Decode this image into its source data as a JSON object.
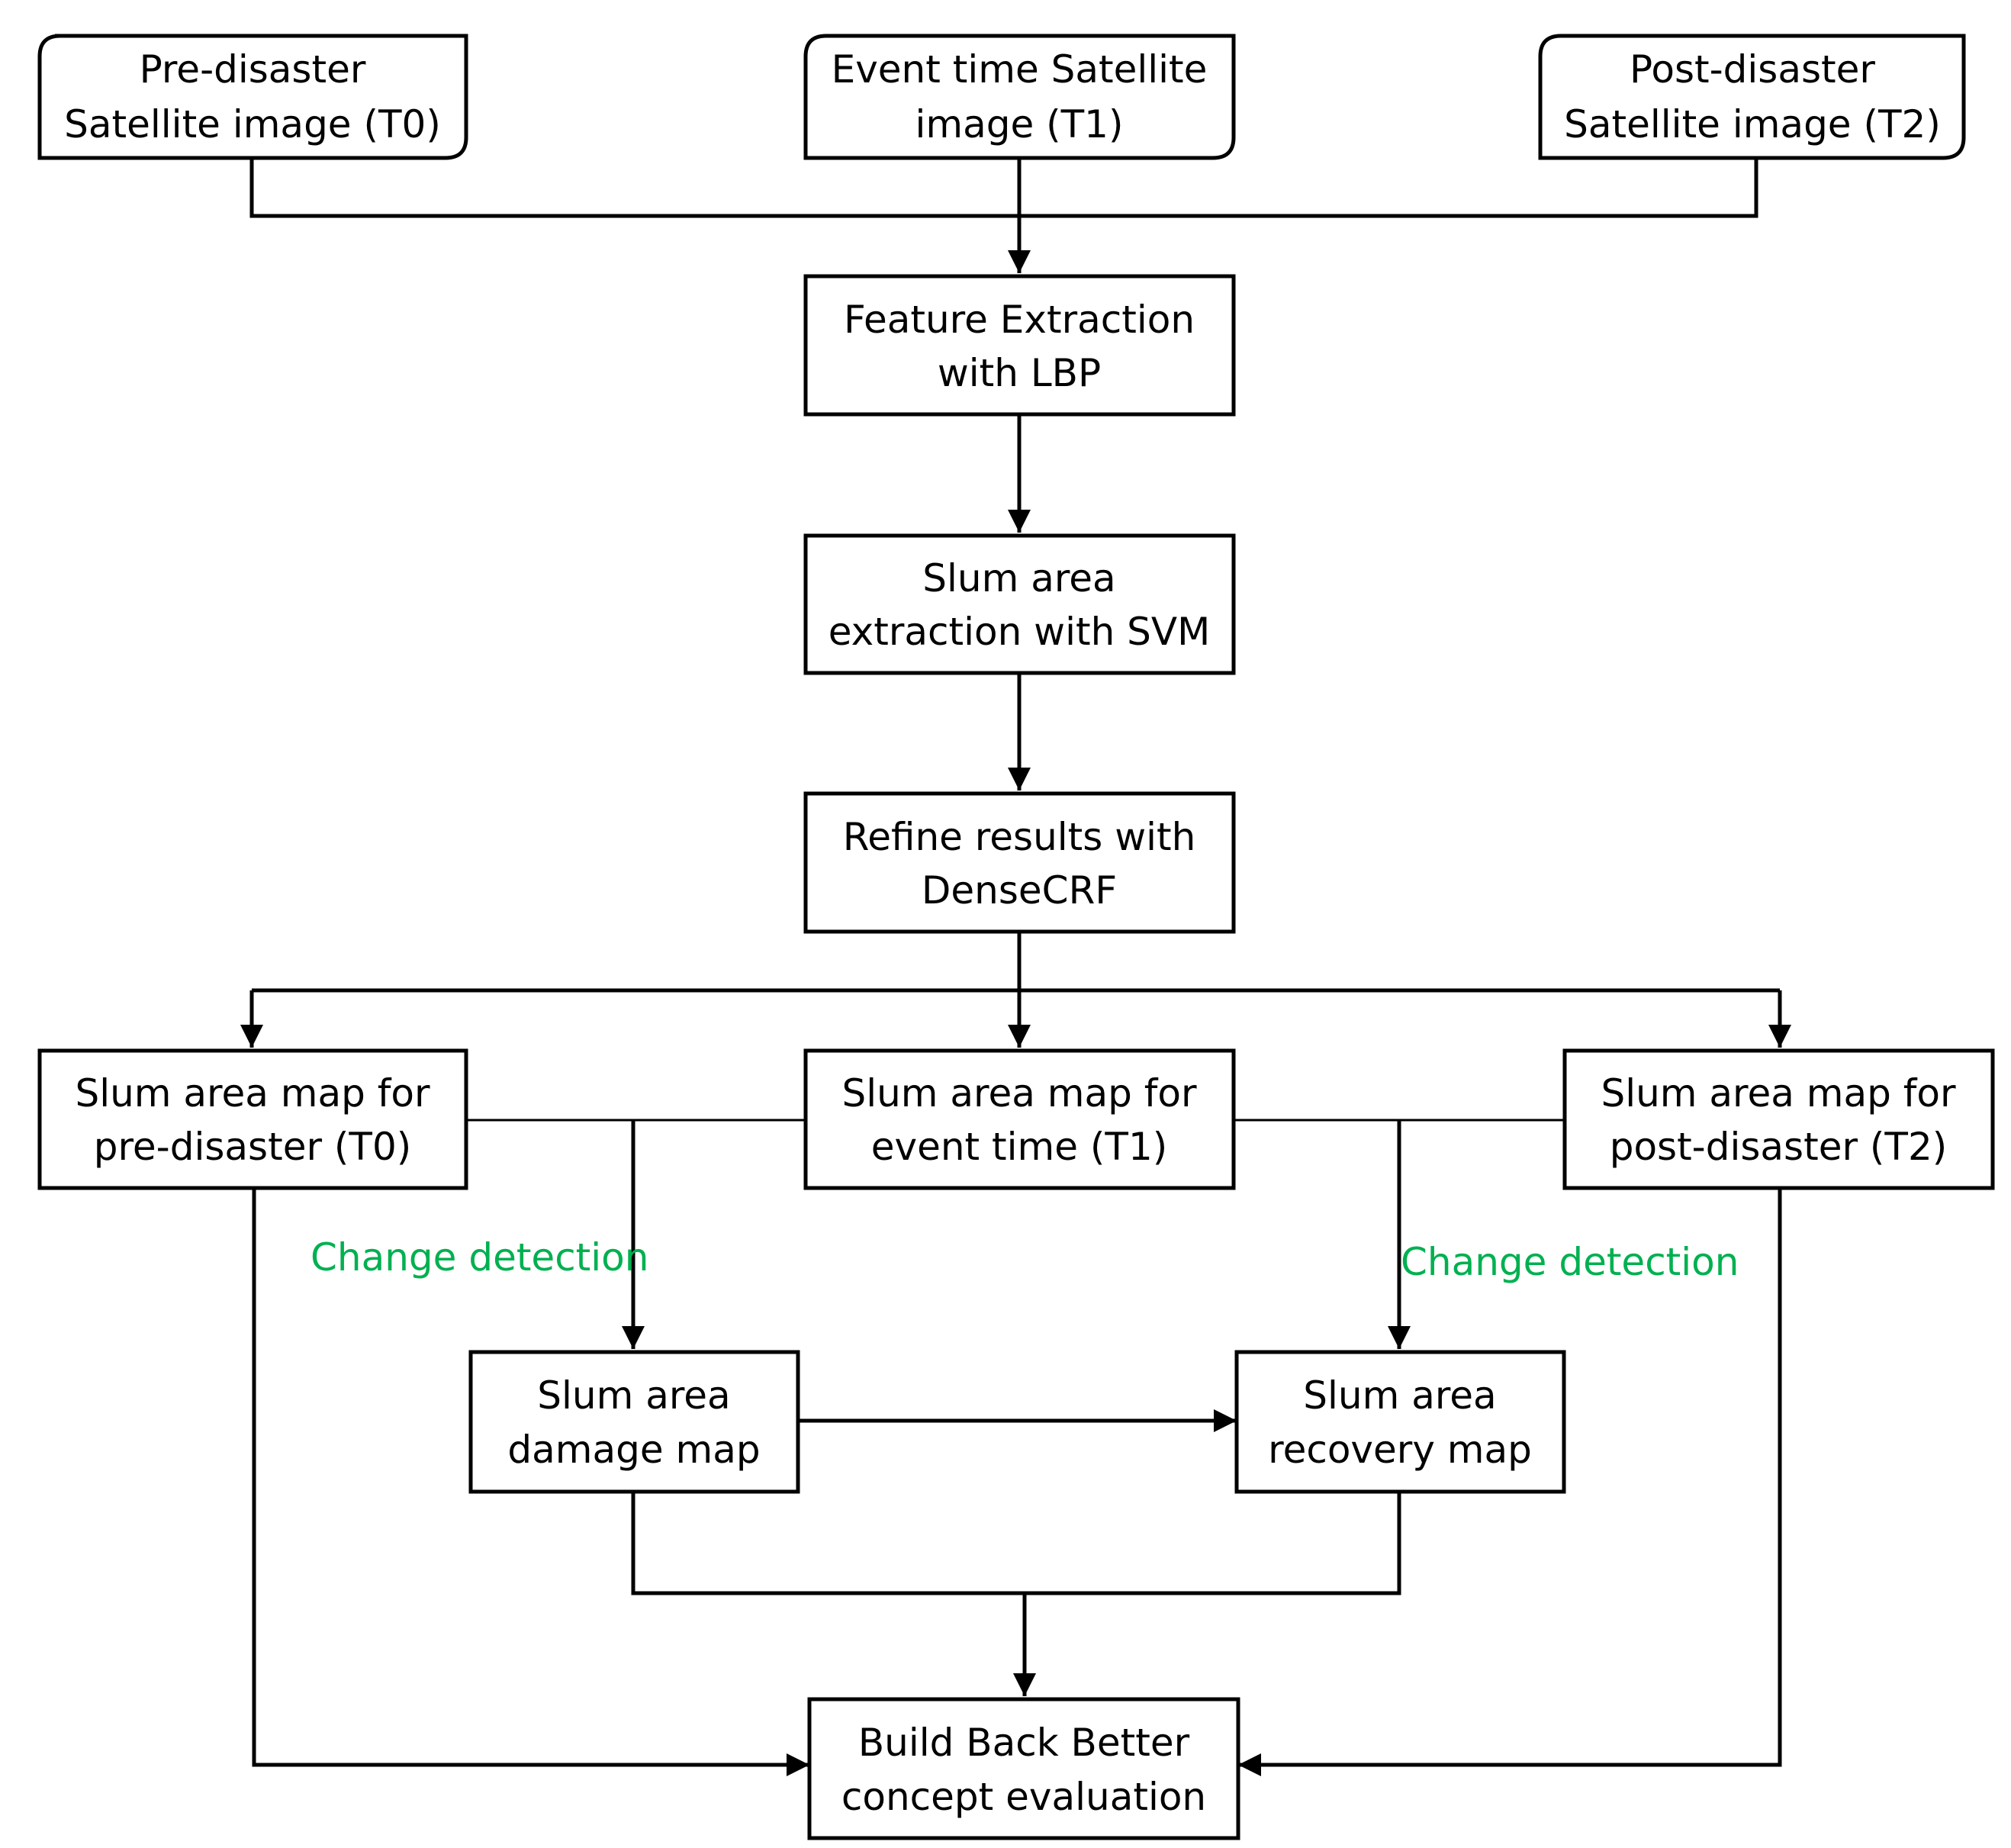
{
  "colors": {
    "stroke": "#000000",
    "annotation": "#00b050",
    "background": "#ffffff"
  },
  "nodes": {
    "pre_image": {
      "lines": [
        "Pre-disaster",
        "Satellite image (T0)"
      ]
    },
    "event_image": {
      "lines": [
        "Event time Satellite",
        "image (T1)"
      ]
    },
    "post_image": {
      "lines": [
        "Post-disaster",
        "Satellite image (T2)"
      ]
    },
    "feature_extraction": {
      "lines": [
        "Feature Extraction",
        "with LBP"
      ]
    },
    "svm_extraction": {
      "lines": [
        "Slum area",
        "extraction with SVM"
      ]
    },
    "refine": {
      "lines": [
        "Refine results with",
        "DenseCRF"
      ]
    },
    "map_pre": {
      "lines": [
        "Slum area map for",
        "pre-disaster (T0)"
      ]
    },
    "map_event": {
      "lines": [
        "Slum area map for",
        "event time (T1)"
      ]
    },
    "map_post": {
      "lines": [
        "Slum area map for",
        "post-disaster (T2)"
      ]
    },
    "damage_map": {
      "lines": [
        "Slum area",
        "damage map"
      ]
    },
    "recovery_map": {
      "lines": [
        "Slum area",
        "recovery map"
      ]
    },
    "bbb": {
      "lines": [
        "Build Back Better",
        "concept evaluation"
      ]
    }
  },
  "annotations": {
    "change_left": "Change detection",
    "change_right": "Change detection"
  }
}
